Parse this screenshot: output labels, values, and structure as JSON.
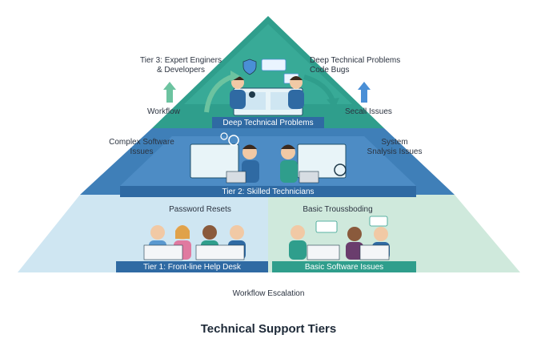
{
  "title": "Technical Support Tiers",
  "tiers": {
    "tier3": {
      "heading": "Tier 3: Expert Enginers\n& Developers",
      "band_label": "Deep Technical Problems",
      "right_heading": "Deep Technical Problems\nCode Bugs",
      "left_side": "Workflow",
      "right_side": "Secall Issues"
    },
    "tier2": {
      "band_label": "Tier 2: Skilled Technicians",
      "left_side": "Complex Software\nIssues",
      "right_side": "System\nSnalysis Issues"
    },
    "tier1": {
      "left_top": "Password Resets",
      "right_top": "Basic Troussboding",
      "left_band": "Tier 1: Front-line Help Desk",
      "right_band": "Basic Software Issues"
    }
  },
  "footer": {
    "escalation": "Workflow Escalation"
  },
  "colors": {
    "tier3": "#2f9e8c",
    "tier2": "#3f7fb8",
    "tier1_left": "#cfe6f2",
    "tier1_right": "#cfe9dc",
    "band": "#2f6aa3",
    "arrow_up": "#4a8fd6",
    "arrow_green": "#6cc3a0"
  }
}
